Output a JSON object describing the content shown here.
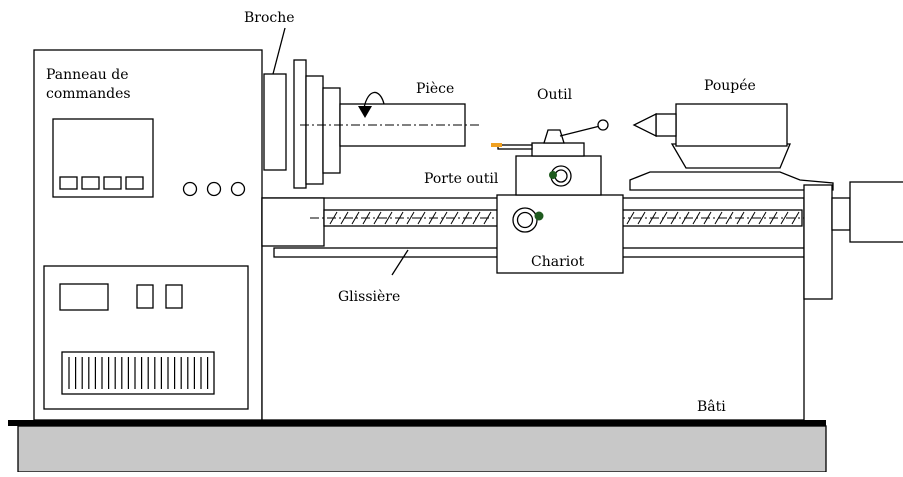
{
  "labels": {
    "broche": "Broche",
    "panneau_line1": "Panneau de",
    "panneau_line2": "commandes",
    "piece": "Pièce",
    "outil": "Outil",
    "poupee": "Poupée",
    "porte_outil": "Porte outil",
    "chariot": "Chariot",
    "glissiere": "Glissière",
    "bati": "Bâti"
  },
  "colors": {
    "ground": "#c8c8c8",
    "tool_tip": "#f0a020",
    "pivot_dot": "#1e5a1e",
    "line": "#000000"
  }
}
